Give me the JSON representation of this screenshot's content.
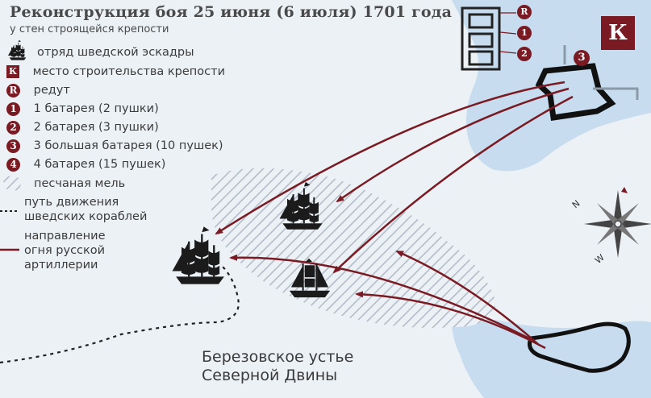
{
  "title": "Реконструкция боя 25 июня (6 июля) 1701 года",
  "subtitle": "у стен строящейся крепости",
  "legend": {
    "squadron": "отряд шведской эскадры",
    "fortress_site": "место строительства крепости",
    "fortress_badge": "К",
    "redoubt": "редут",
    "redoubt_badge": "R",
    "battery1": "1 батарея (2 пушки)",
    "battery1_badge": "1",
    "battery2": "2 батарея (3 пушки)",
    "battery2_badge": "2",
    "battery3": "3 большая батарея (10 пушек)",
    "battery3_badge": "3",
    "battery4": "4 батарея (15 пушек)",
    "battery4_badge": "4",
    "sandbank": "песчаная мель",
    "path_line1": "путь движения",
    "path_line2": "шведских кораблей",
    "fire_line1": "направление",
    "fire_line2": "огня русской",
    "fire_line3": "артиллерии"
  },
  "map": {
    "k_sign": "К",
    "battery_markers": {
      "r": "R",
      "one": "1",
      "two": "2",
      "three": "3"
    },
    "place_line1": "Березовское устье",
    "place_line2": "Северной Двины",
    "compass": {
      "n": "N",
      "w": "W"
    }
  },
  "colors": {
    "water": "#ecf1f6",
    "land": "#c7dcee",
    "accent": "#7a1a22",
    "ship": "#1b1b1b",
    "hatch": "#b7bfc9"
  }
}
